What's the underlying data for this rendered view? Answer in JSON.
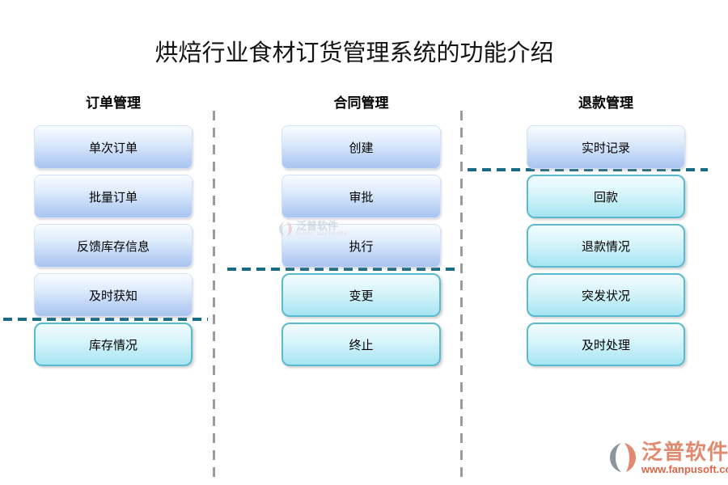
{
  "title": "烘焙行业食材订货管理系统的功能介绍",
  "columns": [
    {
      "header": "订单管理",
      "items": [
        {
          "label": "单次订单",
          "style": "blue"
        },
        {
          "label": "批量订单",
          "style": "blue"
        },
        {
          "label": "反馈库存信息",
          "style": "blue"
        },
        {
          "label": "及时获知",
          "style": "blue"
        },
        {
          "label": "库存情况",
          "style": "cyan"
        }
      ]
    },
    {
      "header": "合同管理",
      "items": [
        {
          "label": "创建",
          "style": "blue"
        },
        {
          "label": "审批",
          "style": "blue"
        },
        {
          "label": "执行",
          "style": "blue"
        },
        {
          "label": "变更",
          "style": "cyan"
        },
        {
          "label": "终止",
          "style": "cyan"
        }
      ]
    },
    {
      "header": "退款管理",
      "items": [
        {
          "label": "实时记录",
          "style": "blue"
        },
        {
          "label": "回款",
          "style": "cyan"
        },
        {
          "label": "退款情况",
          "style": "cyan"
        },
        {
          "label": "突发状况",
          "style": "cyan"
        },
        {
          "label": "及时处理",
          "style": "cyan"
        }
      ]
    }
  ],
  "watermark": {
    "brand": "泛普软件",
    "brand_sub": "FANPU SOFTWARE"
  },
  "footer_logo": {
    "brand": "泛普软件",
    "url": "www.fanpusoft.com"
  },
  "colors": {
    "blue_node_top": "#f8fcff",
    "blue_node_bottom": "#a9c4ef",
    "cyan_node_top": "#f2fcfe",
    "cyan_node_bottom": "#a6e5f3",
    "cyan_node_border": "#5abacf",
    "threshold_line": "#176b85",
    "column_divider": "#9b9b9b",
    "logo_brand_color": "#e28a70",
    "logo_url_color": "#de6448"
  }
}
